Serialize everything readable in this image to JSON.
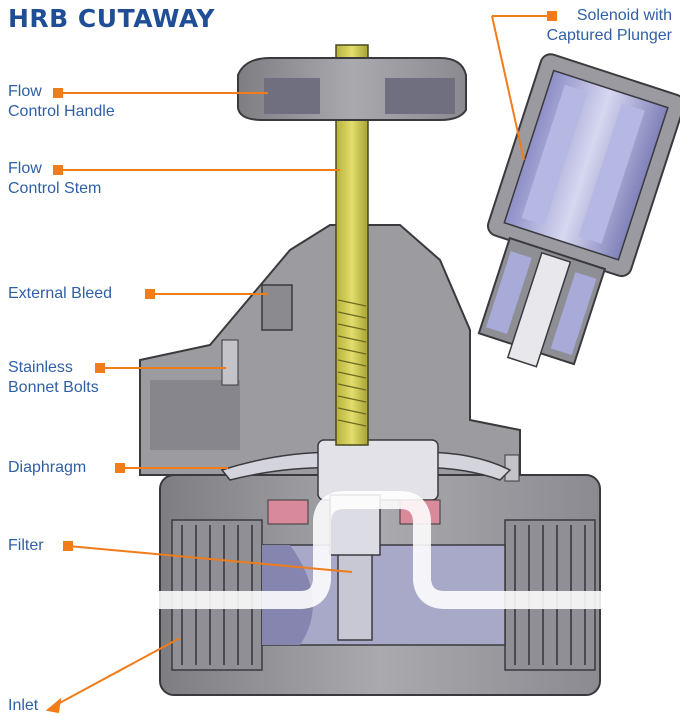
{
  "title": "HRB CUTAWAY",
  "accent_color": "#f07c1a",
  "title_color": "#1f4e96",
  "label_color": "#2f5fa6",
  "callouts": [
    {
      "id": "flow-control-handle",
      "lines": [
        "Flow",
        "Control Handle"
      ]
    },
    {
      "id": "flow-control-stem",
      "lines": [
        "Flow",
        "Control Stem"
      ]
    },
    {
      "id": "external-bleed",
      "lines": [
        "External Bleed"
      ]
    },
    {
      "id": "stainless-bonnet-bolts",
      "lines": [
        "Stainless",
        "Bonnet Bolts"
      ]
    },
    {
      "id": "diaphragm",
      "lines": [
        "Diaphragm"
      ]
    },
    {
      "id": "filter",
      "lines": [
        "Filter"
      ]
    },
    {
      "id": "inlet",
      "lines": [
        "Inlet"
      ]
    },
    {
      "id": "solenoid",
      "lines": [
        "Solenoid with",
        "Captured Plunger"
      ]
    }
  ]
}
